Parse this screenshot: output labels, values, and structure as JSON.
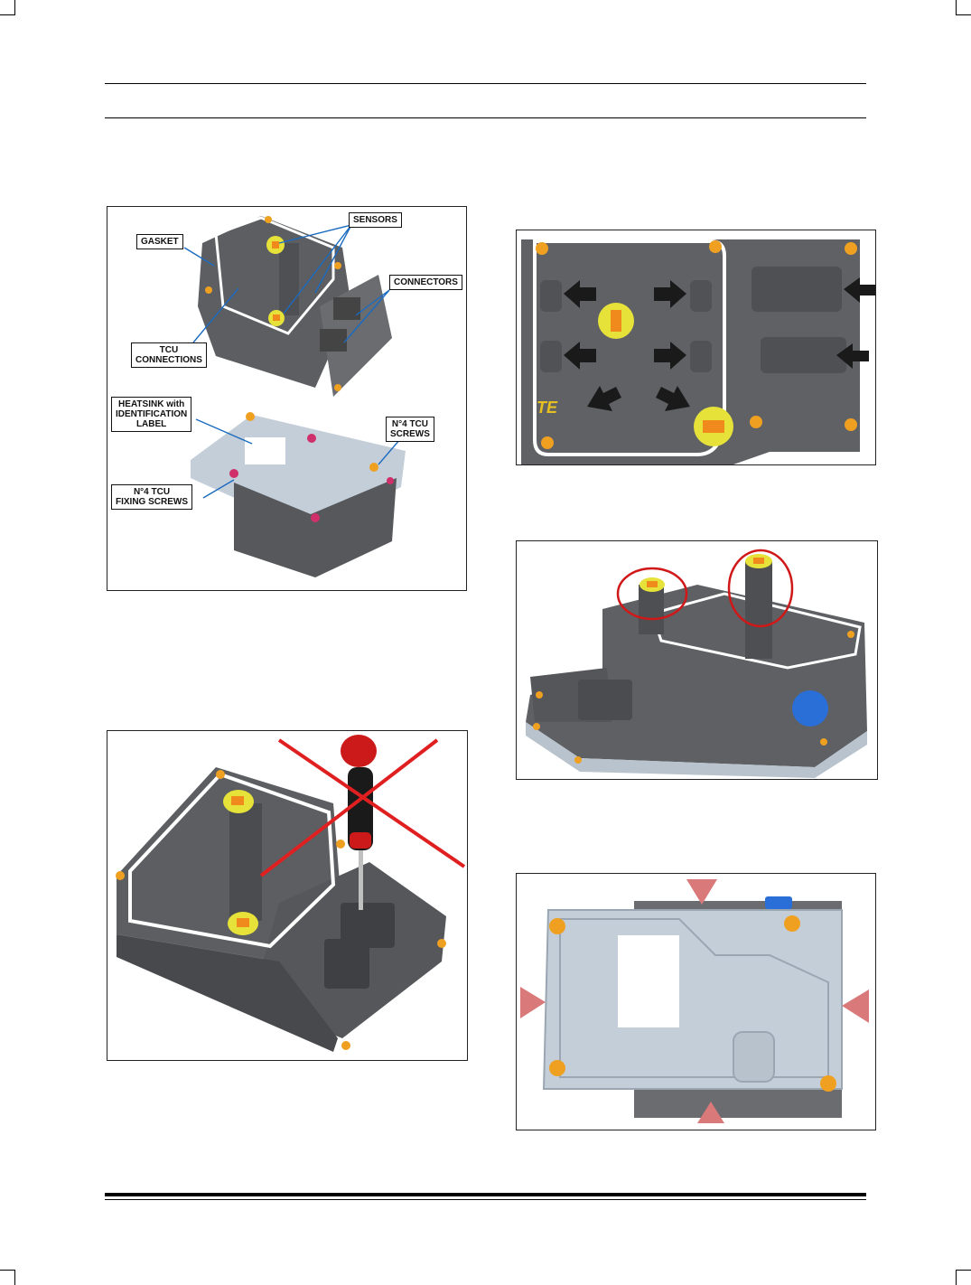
{
  "figure1": {
    "callouts": {
      "gasket": "GASKET",
      "sensors": "SENSORS",
      "connectors": "CONNECTORS",
      "tcu_connections": "TCU\nCONNECTIONS",
      "heatsink": "HEATSINK with\nIDENTIFICATION\nLABEL",
      "tcu_screws": "N°4 TCU\nSCREWS",
      "tcu_fixing_screws": "N°4 TCU\nFIXING SCREWS"
    }
  },
  "figure2": {
    "logo_text": "TE"
  },
  "colors": {
    "housing_gray": "#5c5e62",
    "gasket_white": "#ffffff",
    "sensor_yellow": "#e6e23a",
    "sensor_orange": "#f08a1c",
    "screw_orange": "#f0a020",
    "arrow_black": "#1a1a1a",
    "heatsink_blue": "#c4ced8",
    "cross_red": "#e02020",
    "marker_red": "#d9797a"
  }
}
